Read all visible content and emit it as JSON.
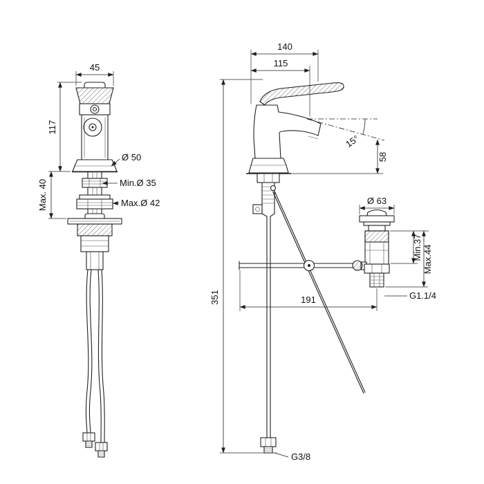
{
  "line_color": "#1f1f1f",
  "background": "#ffffff",
  "front_view": {
    "handle_width": "45",
    "body_height": "117",
    "base_diameter": "Ø 50",
    "min_hole_diameter": "Min.Ø 35",
    "max_hole_diameter": "Max.Ø 42",
    "max_deck_thickness": "Max. 40"
  },
  "side_view": {
    "overall_depth": "140",
    "spout_reach": "115",
    "spout_angle": "15°",
    "spout_height": "58",
    "waste_flange_diameter": "Ø 63",
    "min_deck_thickness": "Min.37",
    "max_deck_thickness": "Max.44",
    "waste_thread": "G1.1/4",
    "rod_length": "191",
    "overall_height": "351",
    "supply_thread": "G3/8"
  }
}
